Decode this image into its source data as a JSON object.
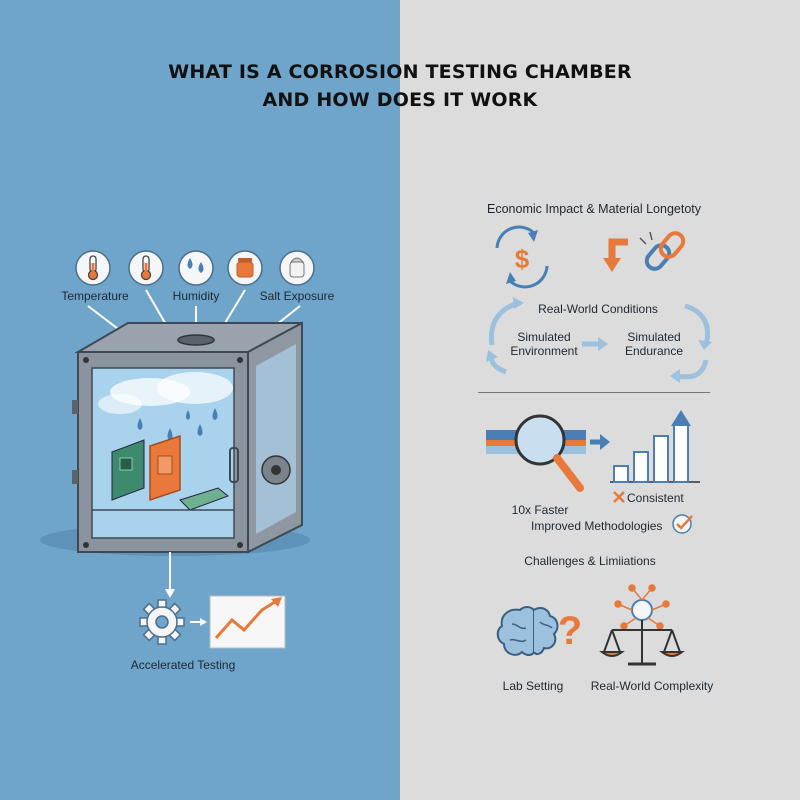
{
  "title": {
    "line1": "WHAT IS A CORROSION TESTING CHAMBER",
    "line2": "AND HOW DOES IT WORK"
  },
  "left": {
    "factors": [
      {
        "label": "Temperature",
        "icon": "thermometer-icon"
      },
      {
        "label": "Humidity",
        "icon": "water-drops-icon"
      },
      {
        "label": "Salt Exposure",
        "icon": "salt-shaker-icon"
      }
    ],
    "result_label": "Accelerated Testing"
  },
  "right": {
    "economic_title": "Economic Impact & Material Longetoty",
    "cycle": {
      "title": "Real-World Conditions",
      "left": "Simulated Environment",
      "right": "Simulated Endurance"
    },
    "results": {
      "faster": "10x Faster",
      "consistent": "Consistent",
      "improved": "Improved Methodologies"
    },
    "challenges_title": "Challenges & Limiiations",
    "challenges": {
      "left": "Lab Setting",
      "right": "Real-World Complexity"
    }
  },
  "colors": {
    "accent_orange": "#e8793b",
    "accent_blue": "#4a7fb5",
    "left_bg": "#6fa5cb",
    "right_bg": "#dcdcdc"
  }
}
